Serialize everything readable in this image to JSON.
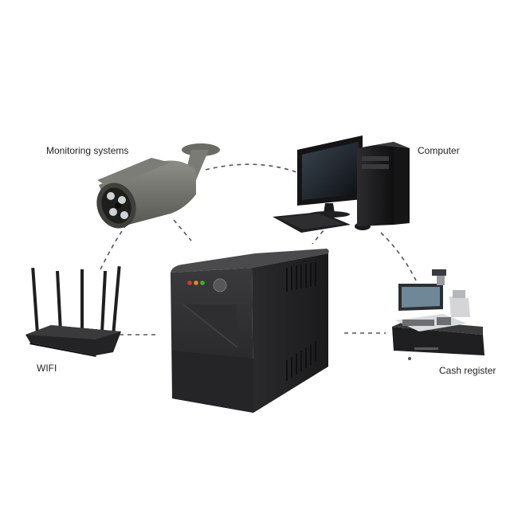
{
  "devices": {
    "monitoring": {
      "label": "Monitoring systems",
      "icon": "security-camera-icon"
    },
    "computer": {
      "label": "Computer",
      "icon": "desktop-computer-icon"
    },
    "wifi": {
      "label": "WIFI",
      "icon": "wifi-router-icon"
    },
    "cash": {
      "label": "Cash register",
      "icon": "cash-register-icon"
    },
    "ups": {
      "icon": "ups-icon"
    }
  },
  "colors": {
    "connector": "#555555",
    "ups_body": "#2b2b2d",
    "camera_body": "#6e6f6a",
    "device_dark": "#1c1c1e",
    "led_red": "#d23a2a",
    "led_orange": "#e08a1e",
    "led_green": "#3fae3a"
  }
}
